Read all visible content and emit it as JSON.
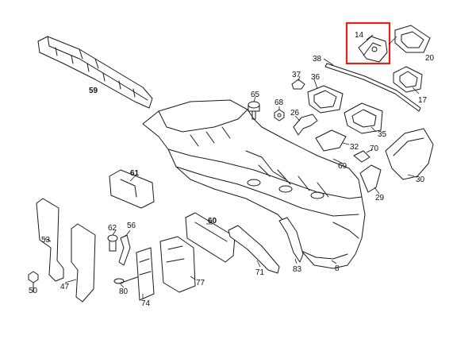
{
  "diagram": {
    "callouts": [
      {
        "id": "c14",
        "label": "14"
      },
      {
        "id": "c20",
        "label": "20"
      },
      {
        "id": "c38",
        "label": "38"
      },
      {
        "id": "c17",
        "label": "17"
      },
      {
        "id": "c59",
        "label": "59"
      },
      {
        "id": "c37",
        "label": "37"
      },
      {
        "id": "c36",
        "label": "36"
      },
      {
        "id": "c65",
        "label": "65"
      },
      {
        "id": "c68",
        "label": "68"
      },
      {
        "id": "c26",
        "label": "26"
      },
      {
        "id": "c35",
        "label": "35"
      },
      {
        "id": "c32",
        "label": "32"
      },
      {
        "id": "c70",
        "label": "70"
      },
      {
        "id": "c69",
        "label": "69"
      },
      {
        "id": "c30",
        "label": "30"
      },
      {
        "id": "c29",
        "label": "29"
      },
      {
        "id": "c61",
        "label": "61"
      },
      {
        "id": "c60",
        "label": "60"
      },
      {
        "id": "c62",
        "label": "62"
      },
      {
        "id": "c56",
        "label": "56"
      },
      {
        "id": "c53",
        "label": "53"
      },
      {
        "id": "c50",
        "label": "50"
      },
      {
        "id": "c47",
        "label": "47"
      },
      {
        "id": "c80",
        "label": "80"
      },
      {
        "id": "c74",
        "label": "74"
      },
      {
        "id": "c77",
        "label": "77"
      },
      {
        "id": "c71",
        "label": "71"
      },
      {
        "id": "c83",
        "label": "83"
      },
      {
        "id": "c8",
        "label": "8"
      }
    ],
    "highlight_color": "#e2231a",
    "highlighted_part": "14"
  }
}
